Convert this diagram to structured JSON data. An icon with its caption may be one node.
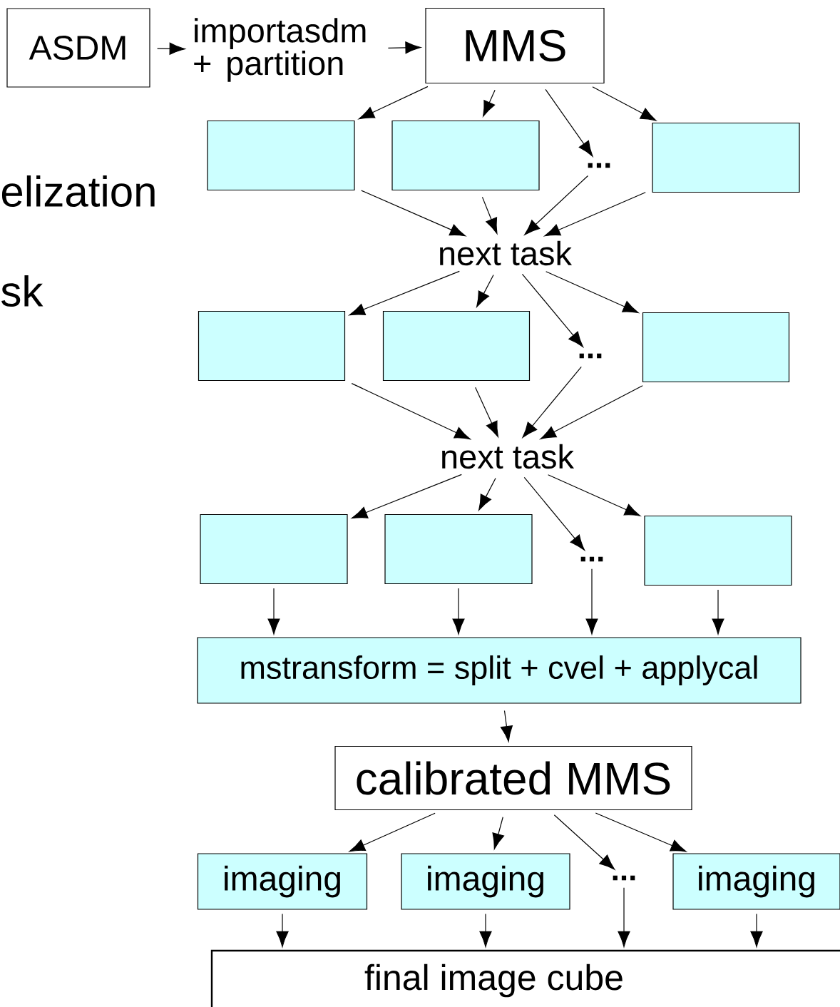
{
  "diagram": {
    "nodes": [
      {
        "text": [
          "ASDM"
        ]
      },
      {
        "text": [
          "importasdm + partition"
        ]
      },
      {
        "text": [
          "MMS"
        ]
      },
      {
        "text": [],
        "shape": "box"
      },
      {
        "text": [],
        "shape": "box"
      },
      {
        "text": [
          "..."
        ]
      },
      {
        "text": [],
        "shape": "box"
      },
      {
        "text": [
          "next task"
        ]
      },
      {
        "text": [],
        "shape": "box"
      },
      {
        "text": [],
        "shape": "box"
      },
      {
        "text": [
          "..."
        ]
      },
      {
        "text": [],
        "shape": "box"
      },
      {
        "text": [
          "next task"
        ]
      },
      {
        "text": [],
        "shape": "box"
      },
      {
        "text": [],
        "shape": "box"
      },
      {
        "text": [
          "..."
        ]
      },
      {
        "text": [],
        "shape": "box"
      },
      {
        "text": [
          "mstransform = split + cvel + applycal"
        ]
      },
      {
        "text": [
          "calibrated MMS"
        ]
      },
      {
        "text": [
          "imaging"
        ]
      },
      {
        "text": [
          "imaging"
        ]
      },
      {
        "text": [
          "..."
        ]
      },
      {
        "text": [
          "imaging"
        ]
      },
      {
        "text": [
          "final image cube"
        ]
      }
    ],
    "edges": [
      {
        "from": 0,
        "to": 1,
        "arrow": "to"
      },
      {
        "from": 1,
        "to": 2,
        "arrow": "to"
      },
      {
        "from": 2,
        "to": 3,
        "arrow": "to"
      },
      {
        "from": 2,
        "to": 4,
        "arrow": "to"
      },
      {
        "from": 2,
        "to": 5,
        "arrow": "to"
      },
      {
        "from": 2,
        "to": 6,
        "arrow": "to"
      },
      {
        "from": 3,
        "to": 7,
        "arrow": "to"
      },
      {
        "from": 4,
        "to": 7,
        "arrow": "to"
      },
      {
        "from": 5,
        "to": 7,
        "arrow": "to"
      },
      {
        "from": 6,
        "to": 7,
        "arrow": "to"
      },
      {
        "from": 7,
        "to": 8,
        "arrow": "to"
      },
      {
        "from": 7,
        "to": 9,
        "arrow": "to"
      },
      {
        "from": 7,
        "to": 10,
        "arrow": "to"
      },
      {
        "from": 7,
        "to": 11,
        "arrow": "to"
      },
      {
        "from": 8,
        "to": 12,
        "arrow": "to"
      },
      {
        "from": 9,
        "to": 12,
        "arrow": "to"
      },
      {
        "from": 10,
        "to": 12,
        "arrow": "to"
      },
      {
        "from": 11,
        "to": 12,
        "arrow": "to"
      },
      {
        "from": 12,
        "to": 13,
        "arrow": "to"
      },
      {
        "from": 12,
        "to": 14,
        "arrow": "to"
      },
      {
        "from": 12,
        "to": 15,
        "arrow": "to"
      },
      {
        "from": 12,
        "to": 16,
        "arrow": "to"
      },
      {
        "from": 13,
        "to": 17,
        "arrow": "to"
      },
      {
        "from": 14,
        "to": 17,
        "arrow": "to"
      },
      {
        "from": 15,
        "to": 17,
        "arrow": "to"
      },
      {
        "from": 16,
        "to": 17,
        "arrow": "to"
      },
      {
        "from": 17,
        "to": 18,
        "arrow": "to"
      },
      {
        "from": 18,
        "to": 19,
        "arrow": "to"
      },
      {
        "from": 18,
        "to": 20,
        "arrow": "to"
      },
      {
        "from": 18,
        "to": 21,
        "arrow": "to"
      },
      {
        "from": 18,
        "to": 22,
        "arrow": "to"
      },
      {
        "from": 19,
        "to": 23,
        "arrow": "to"
      },
      {
        "from": 20,
        "to": 23,
        "arrow": "to"
      },
      {
        "from": 21,
        "to": 23,
        "arrow": "to"
      },
      {
        "from": 22,
        "to": 23,
        "arrow": "to"
      }
    ],
    "labels": [
      "elization",
      "sk"
    ]
  }
}
